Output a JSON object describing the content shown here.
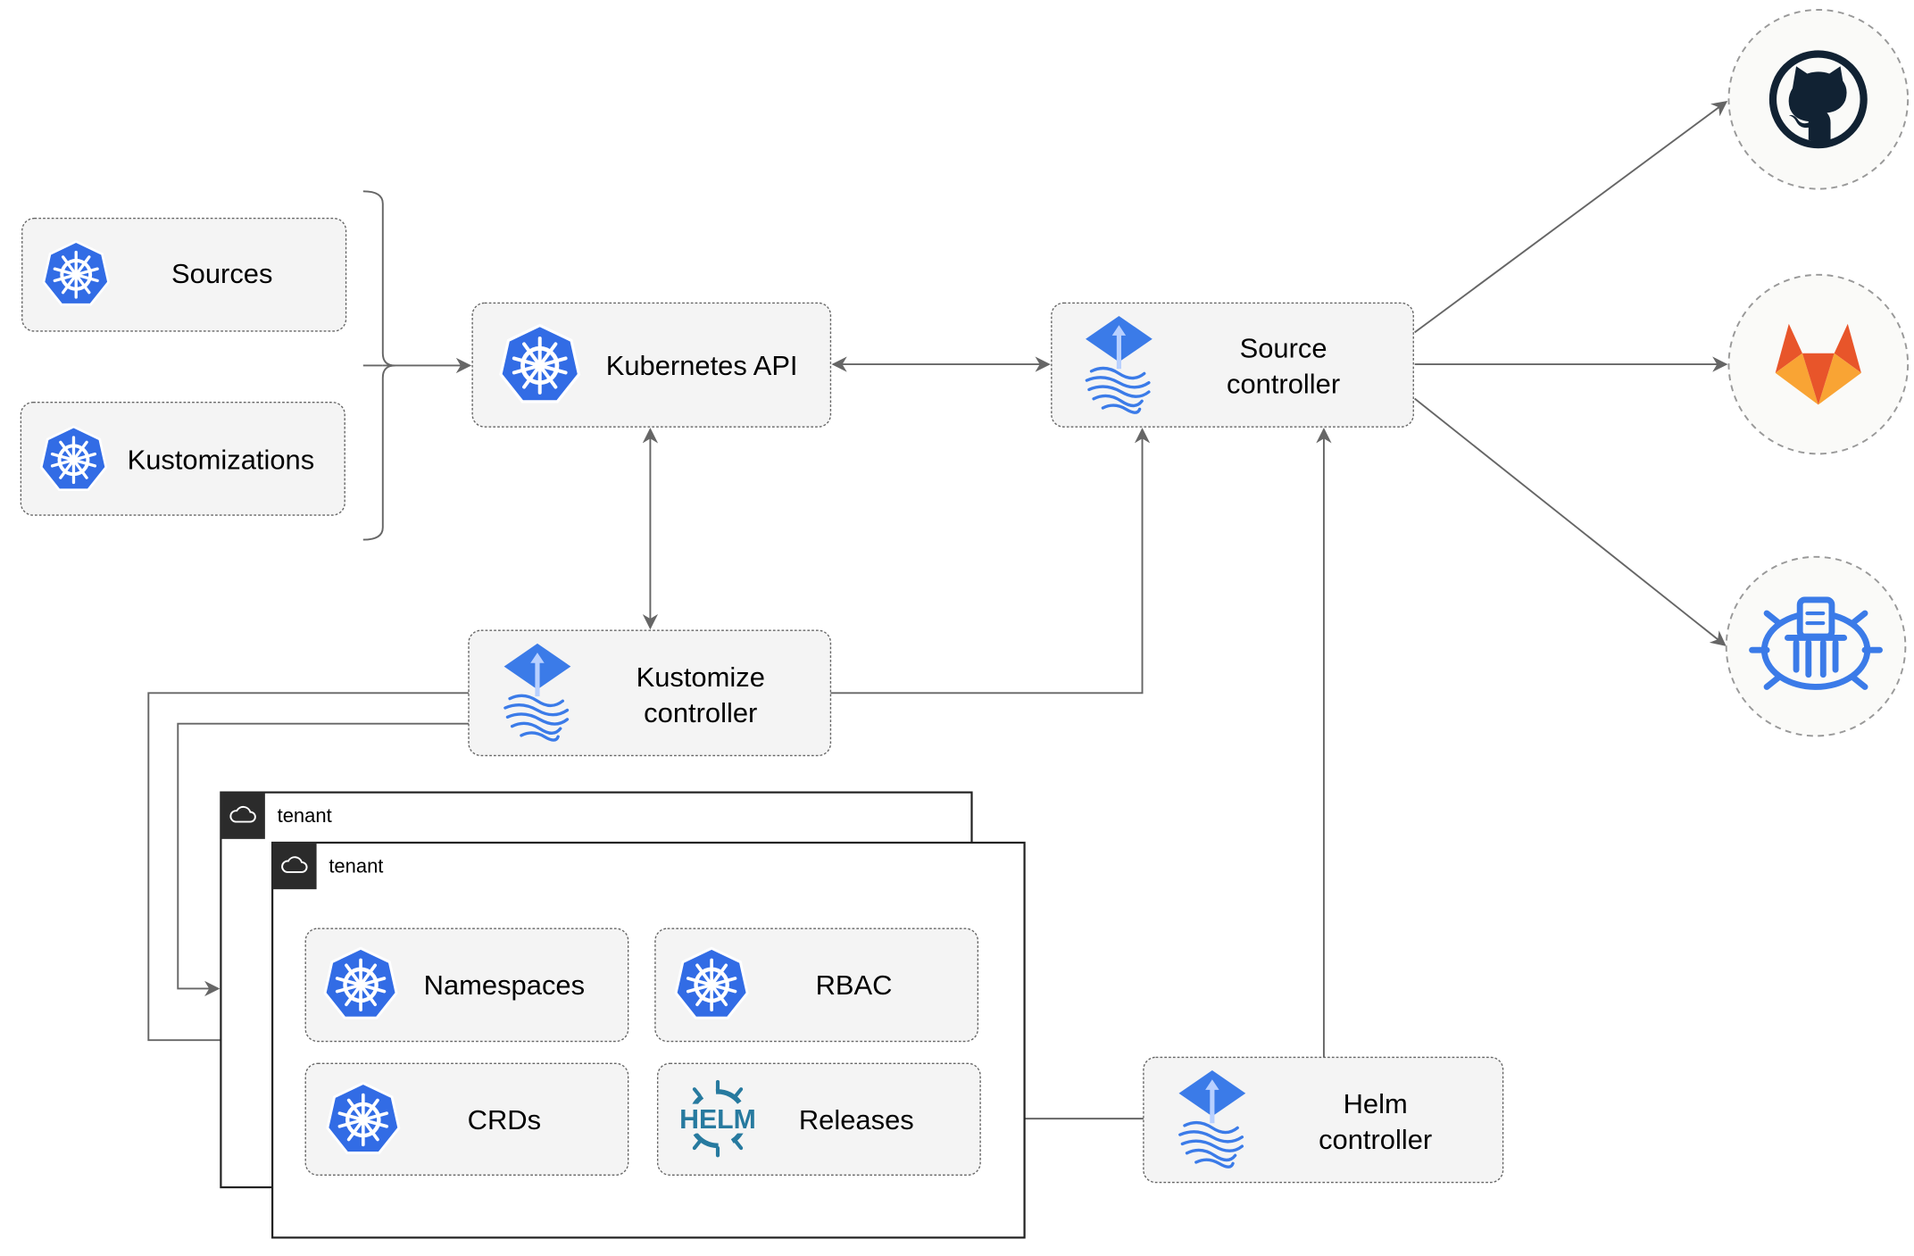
{
  "nodes": {
    "sources": "Sources",
    "kustomizations": "Kustomizations",
    "kubernetes_api": "Kubernetes API",
    "source_controller": [
      "Source",
      "controller"
    ],
    "kustomize_controller": [
      "Kustomize",
      "controller"
    ],
    "helm_controller": [
      "Helm",
      "controller"
    ],
    "namespaces": "Namespaces",
    "rbac": "RBAC",
    "crds": "CRDs",
    "releases": "Releases"
  },
  "tenants": [
    "tenant",
    "tenant"
  ],
  "icons": {
    "kubernetes": "kubernetes-icon",
    "flux": "flux-icon",
    "helm": "helm-icon",
    "github": "github-icon",
    "gitlab": "gitlab-icon",
    "bucket": "bucket-icon",
    "cloud": "cloud-icon"
  },
  "helm_logo_text": "HELM",
  "colors": {
    "kubernetes_blue": "#326ce5",
    "flux_blue": "#3b7be8",
    "github_dark": "#112233",
    "gitlab_orange": "#e8552a",
    "gitlab_light": "#f9a434",
    "helm_blue": "#277a9f",
    "edge": "#666666"
  }
}
